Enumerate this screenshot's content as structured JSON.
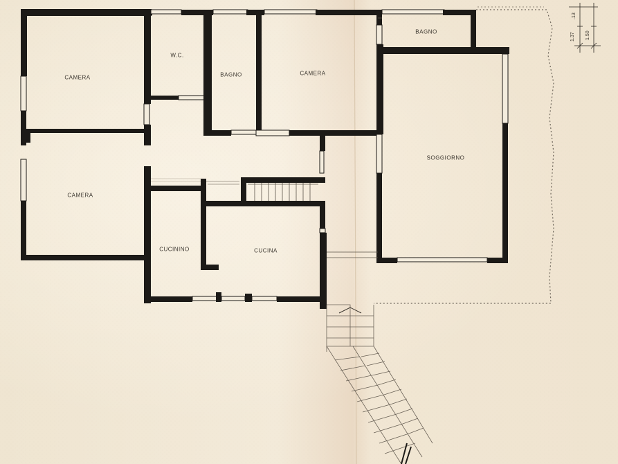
{
  "rooms": {
    "camera_top_left": "CAMERA",
    "camera_bottom_left": "CAMERA",
    "camera_center": "CAMERA",
    "wc": "W.C.",
    "bagno_center": "BAGNO",
    "bagno_top_right": "BAGNO",
    "soggiorno": "SOGGIORNO",
    "cucina": "CUCINA",
    "cucinino": "CUCININO"
  },
  "dimensions": {
    "dim_a": "1.37",
    "dim_b": ".13",
    "dim_c": "1.50"
  },
  "colors": {
    "wall": "#1c1a17",
    "paper": "#f1e8d6",
    "wall_fill": "#f3ecdd",
    "hatch": "#6f675c"
  }
}
